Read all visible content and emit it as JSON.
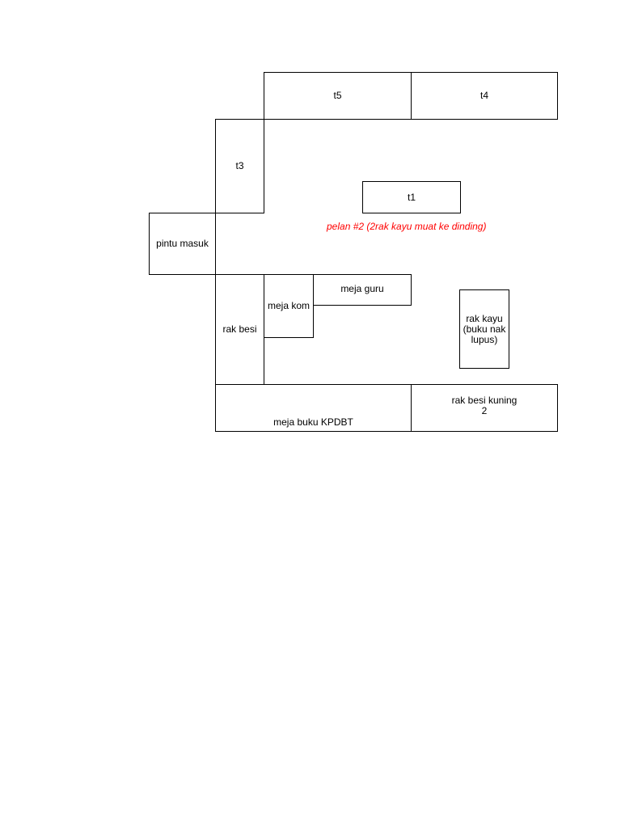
{
  "labels": {
    "t5": "t5",
    "t4": "t4",
    "t3": "t3",
    "t1": "t1",
    "pintu_masuk": "pintu masuk",
    "meja_guru": "meja guru",
    "meja_kom": "meja kom",
    "rak_besi": "rak besi",
    "rak_kayu": "rak kayu\n(buku nak\nlupus)",
    "rak_besi_kuning": "rak besi kuning\n2",
    "meja_buku": "meja buku KPDBT"
  },
  "note": {
    "text": "pelan #2 (2rak kayu muat ke dinding)",
    "color": "#ff0000"
  }
}
